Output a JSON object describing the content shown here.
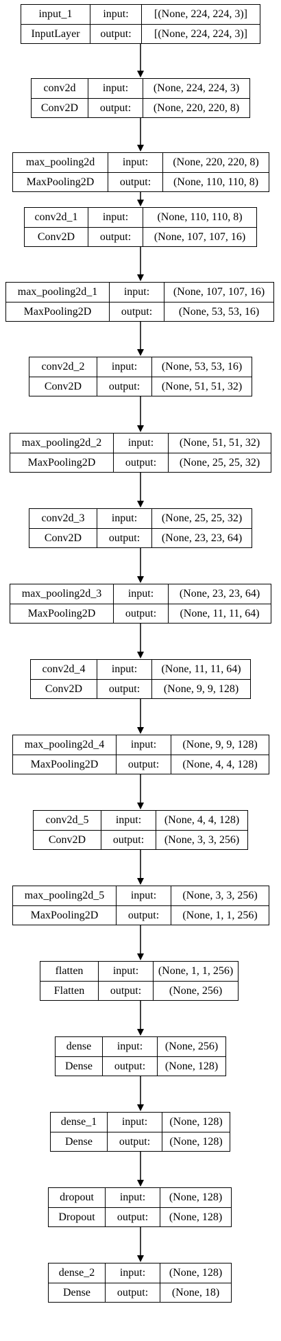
{
  "layers": [
    {
      "name": "input_1",
      "type": "InputLayer",
      "in_label": "input:",
      "out_label": "output:",
      "input": "[(None, 224, 224, 3)]",
      "output": "[(None, 224, 224, 3)]"
    },
    {
      "name": "conv2d",
      "type": "Conv2D",
      "in_label": "input:",
      "out_label": "output:",
      "input": "(None, 224, 224, 3)",
      "output": "(None, 220, 220, 8)"
    },
    {
      "name": "max_pooling2d",
      "type": "MaxPooling2D",
      "in_label": "input:",
      "out_label": "output:",
      "input": "(None, 220, 220, 8)",
      "output": "(None, 110, 110, 8)"
    },
    {
      "name": "conv2d_1",
      "type": "Conv2D",
      "in_label": "input:",
      "out_label": "output:",
      "input": "(None, 110, 110, 8)",
      "output": "(None, 107, 107, 16)"
    },
    {
      "name": "max_pooling2d_1",
      "type": "MaxPooling2D",
      "in_label": "input:",
      "out_label": "output:",
      "input": "(None, 107, 107, 16)",
      "output": "(None, 53, 53, 16)"
    },
    {
      "name": "conv2d_2",
      "type": "Conv2D",
      "in_label": "input:",
      "out_label": "output:",
      "input": "(None, 53, 53, 16)",
      "output": "(None, 51, 51, 32)"
    },
    {
      "name": "max_pooling2d_2",
      "type": "MaxPooling2D",
      "in_label": "input:",
      "out_label": "output:",
      "input": "(None, 51, 51, 32)",
      "output": "(None, 25, 25, 32)"
    },
    {
      "name": "conv2d_3",
      "type": "Conv2D",
      "in_label": "input:",
      "out_label": "output:",
      "input": "(None, 25, 25, 32)",
      "output": "(None, 23, 23, 64)"
    },
    {
      "name": "max_pooling2d_3",
      "type": "MaxPooling2D",
      "in_label": "input:",
      "out_label": "output:",
      "input": "(None, 23, 23, 64)",
      "output": "(None, 11, 11, 64)"
    },
    {
      "name": "conv2d_4",
      "type": "Conv2D",
      "in_label": "input:",
      "out_label": "output:",
      "input": "(None, 11, 11, 64)",
      "output": "(None, 9, 9, 128)"
    },
    {
      "name": "max_pooling2d_4",
      "type": "MaxPooling2D",
      "in_label": "input:",
      "out_label": "output:",
      "input": "(None, 9, 9, 128)",
      "output": "(None, 4, 4, 128)"
    },
    {
      "name": "conv2d_5",
      "type": "Conv2D",
      "in_label": "input:",
      "out_label": "output:",
      "input": "(None, 4, 4, 128)",
      "output": "(None, 3, 3, 256)"
    },
    {
      "name": "max_pooling2d_5",
      "type": "MaxPooling2D",
      "in_label": "input:",
      "out_label": "output:",
      "input": "(None, 3, 3, 256)",
      "output": "(None, 1, 1, 256)"
    },
    {
      "name": "flatten",
      "type": "Flatten",
      "in_label": "input:",
      "out_label": "output:",
      "input": "(None, 1, 1, 256)",
      "output": "(None, 256)"
    },
    {
      "name": "dense",
      "type": "Dense",
      "in_label": "input:",
      "out_label": "output:",
      "input": "(None, 256)",
      "output": "(None, 128)"
    },
    {
      "name": "dense_1",
      "type": "Dense",
      "in_label": "input:",
      "out_label": "output:",
      "input": "(None, 128)",
      "output": "(None, 128)"
    },
    {
      "name": "dropout",
      "type": "Dropout",
      "in_label": "input:",
      "out_label": "output:",
      "input": "(None, 128)",
      "output": "(None, 128)"
    },
    {
      "name": "dense_2",
      "type": "Dense",
      "in_label": "input:",
      "out_label": "output:",
      "input": "(None, 128)",
      "output": "(None, 18)"
    }
  ]
}
